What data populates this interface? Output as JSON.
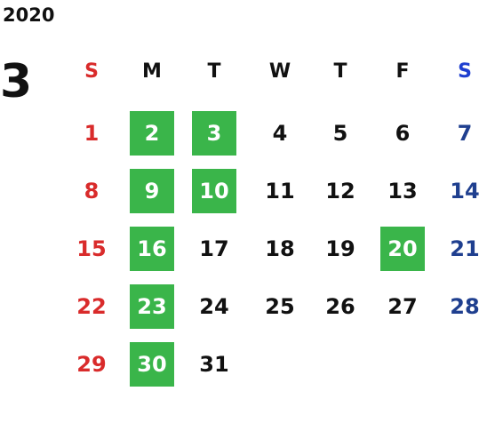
{
  "calendar": {
    "year": "2020",
    "month": "3",
    "weekdays": [
      "S",
      "M",
      "T",
      "W",
      "T",
      "F",
      "S"
    ],
    "start_weekday": 0,
    "days_in_month": 31,
    "highlighted_days": [
      2,
      3,
      9,
      10,
      16,
      20,
      23,
      30
    ],
    "colors": {
      "sunday": "#d92b2b",
      "saturday": "#1f3f8f",
      "weekday_text": "#111111",
      "highlight_bg": "#3ab54a",
      "highlight_text": "#ffffff"
    }
  }
}
